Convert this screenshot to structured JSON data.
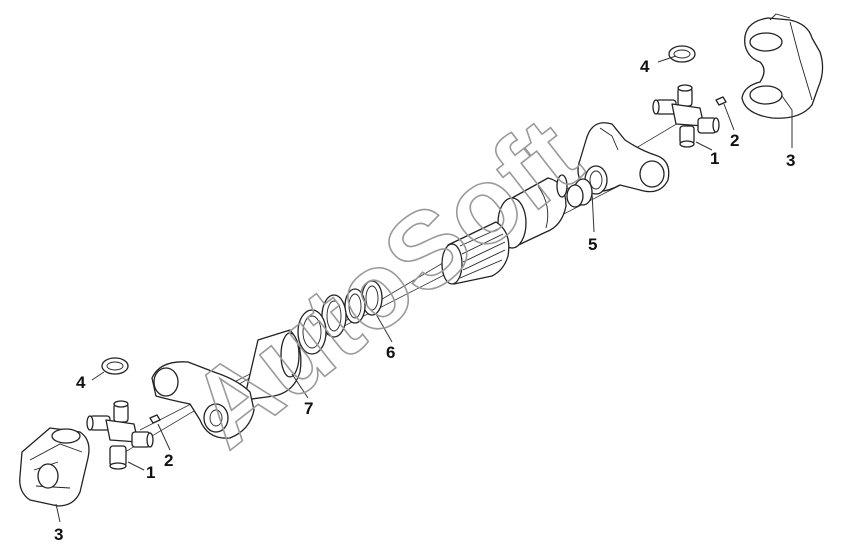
{
  "diagram": {
    "description_type": "exploded-parts-drawing",
    "callouts": {
      "cross_top": "1",
      "cross_bottom": "1",
      "grease_fitting_top": "2",
      "grease_fitting_bottom": "2",
      "flange_yoke_top": "3",
      "flange_yoke_bottom": "3",
      "snap_ring_top": "4",
      "snap_ring_bottom": "4",
      "slip_yoke_shaft": "5",
      "seal_rings": "6",
      "tube_yoke_sleeve": "7"
    },
    "watermark": "AutoSoft"
  }
}
